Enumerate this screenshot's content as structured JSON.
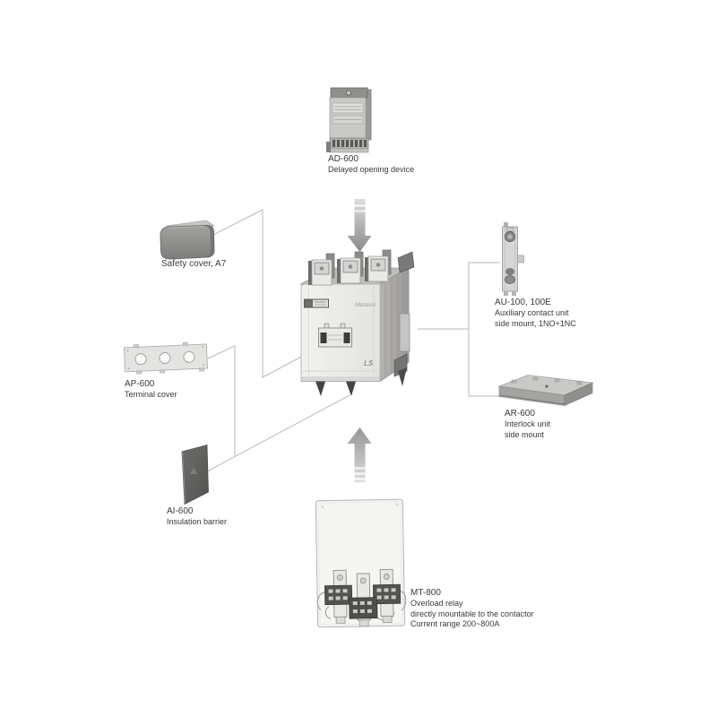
{
  "contactor": {
    "brand_text": "Metasol",
    "logo_text": "LS"
  },
  "accessories": {
    "ad600": {
      "model": "AD-600",
      "lines": [
        "Delayed opening device"
      ]
    },
    "safety": {
      "label": "Safety cover, A7"
    },
    "ap600": {
      "model": "AP-600",
      "lines": [
        "Terminal cover"
      ]
    },
    "ai600": {
      "model": "AI-600",
      "lines": [
        "Insulation barrier"
      ]
    },
    "au100": {
      "model": "AU-100, 100E",
      "lines": [
        "Auxiliary contact unit",
        "side mount, 1NO+1NC"
      ]
    },
    "ar600": {
      "model": "AR-600",
      "lines": [
        "Interlock unit",
        "side mount"
      ]
    },
    "mt800": {
      "model": "MT-800",
      "lines": [
        "Overload relay",
        "directly mountable to the contactor",
        "Current range 200~800A"
      ]
    }
  },
  "colors": {
    "connector_line": "#b9b9b9",
    "text": "#3a3a3a",
    "arrow_dark": "#8c8c8a",
    "arrow_light": "#dedddb"
  }
}
